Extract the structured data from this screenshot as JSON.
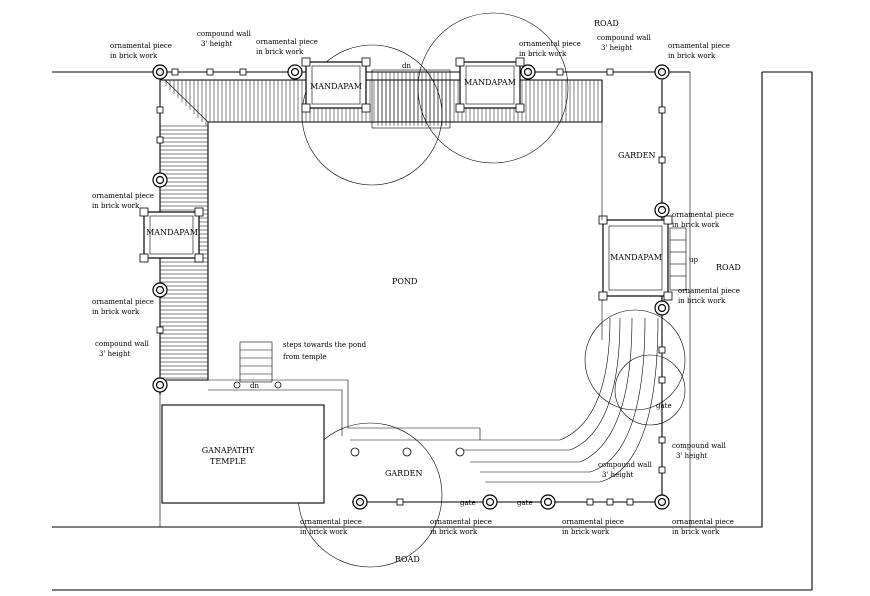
{
  "labels": {
    "road_top": "ROAD",
    "road_right": "ROAD",
    "road_bottom": "ROAD",
    "pond": "POND",
    "mandapam_top_left": "MANDAPAM",
    "mandapam_top_right": "MANDAPAM",
    "mandapam_left": "MANDAPAM",
    "mandapam_right": "MANDAPAM",
    "garden_right": "GARDEN",
    "garden_bottom": "GARDEN",
    "temple_line1": "GANAPATHY",
    "temple_line2": "TEMPLE",
    "dn_top": "dn",
    "dn_steps": "dn",
    "up": "up",
    "gate": "gate",
    "steps_note_1": "steps towards the pond",
    "steps_note_2": "from temple",
    "orn_1": "ornamental piece",
    "orn_2": "in brick work",
    "wall_1": "compound wall",
    "wall_2": "3' height"
  }
}
